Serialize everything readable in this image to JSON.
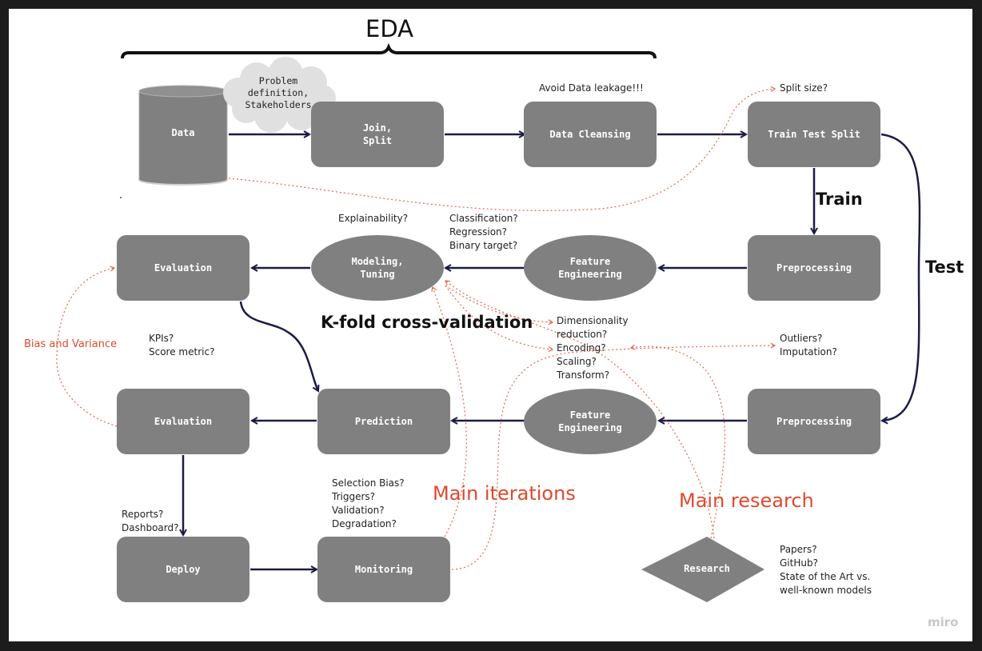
{
  "header": {
    "title": "EDA"
  },
  "nodes": {
    "data": "Data",
    "problem_cloud": "Problem\ndefinition,\nStakeholders",
    "join_split": "Join,\nSplit",
    "data_cleansing": "Data Cleansing",
    "train_test_split": "Train Test Split",
    "preprocessing_train": "Preprocessing",
    "feature_eng_train": "Feature\nEngineering",
    "modeling_tuning": "Modeling,\nTuning",
    "evaluation_train": "Evaluation",
    "preprocessing_test": "Preprocessing",
    "feature_eng_test": "Feature\nEngineering",
    "prediction": "Prediction",
    "evaluation_test": "Evaluation",
    "deploy": "Deploy",
    "monitoring": "Monitoring",
    "research": "Research"
  },
  "labels": {
    "train": "Train",
    "test": "Test",
    "kfold": "K-fold cross-validation",
    "main_iterations": "Main iterations",
    "main_research": "Main research",
    "bias_variance": "Bias and Variance"
  },
  "notes": {
    "avoid_leakage": "Avoid Data leakage!!!",
    "split_size": "Split size?",
    "explainability": "Explainability?",
    "targets": "Classification?\nRegression?\nBinary target?",
    "dimensionality": "Dimensionality\nreduction?\nEncoding?\nScaling?\nTransform?",
    "outliers": "Outliers?\nImputation?",
    "kpis": "KPIs?\nScore metric?",
    "reports": "Reports?\nDashboard?",
    "selection_bias": "Selection Bias?\nTriggers?\nValidation?\nDegradation?",
    "papers": "Papers?\nGitHub?\nState of the Art vs.\nwell-known models"
  },
  "watermark": "miro",
  "colors": {
    "node": "#808080",
    "arrow": "#1b1b47",
    "dotted": "#e8654a",
    "accent_text": "#e0492c",
    "cloud": "#e0e0e0"
  }
}
